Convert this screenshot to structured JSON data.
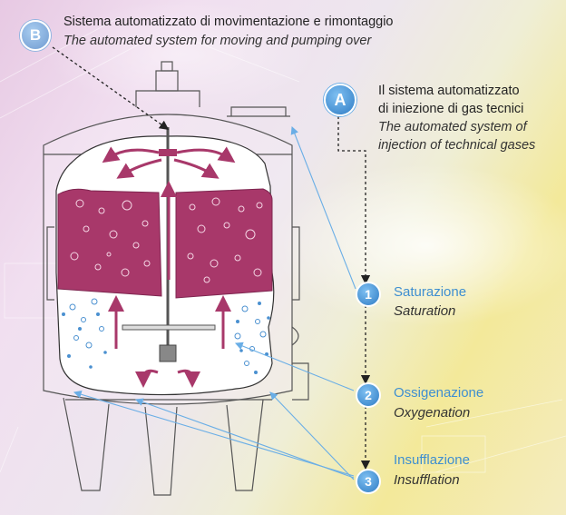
{
  "badge_b": "B",
  "badge_a": "A",
  "title_b": {
    "it": "Sistema automatizzato di movimentazione e rimontaggio",
    "en": "The automated system for moving and pumping over"
  },
  "title_a": {
    "it_line1": "Il sistema automatizzato",
    "it_line2": "di iniezione di gas tecnici",
    "en_line1": "The automated system of",
    "en_line2": "injection of technical gases"
  },
  "steps": [
    {
      "number": "1",
      "it": "Saturazione",
      "en": "Saturation"
    },
    {
      "number": "2",
      "it": "Ossigenazione",
      "en": "Oxygenation"
    },
    {
      "number": "3",
      "it": "Insufflazione",
      "en": "Insufflation"
    }
  ],
  "colors": {
    "wine": "#a8386a",
    "bubble_blue": "#4a90d0",
    "badge_blue": "#3f8fd0",
    "leader_blue": "#6aaee6",
    "line_gray": "#555555"
  }
}
